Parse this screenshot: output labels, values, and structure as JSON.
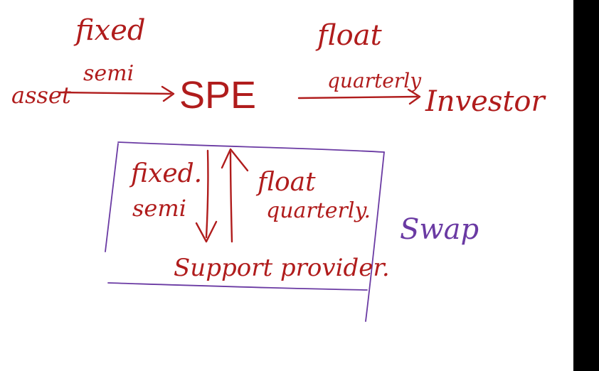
{
  "diagram": {
    "top_left": {
      "line1": "fixed",
      "line2": "semi"
    },
    "top_right": {
      "line1": "float",
      "line2": "quarterly"
    },
    "nodes": {
      "asset": "asset",
      "spe": "SPE",
      "investor": "Investor",
      "provider": "Support provider."
    },
    "box_left": {
      "line1": "fixed.",
      "line2": "semi"
    },
    "box_right": {
      "line1": "float",
      "line2": "quarterly."
    },
    "box_label": "Swap",
    "colors": {
      "red_ink": "#b01c1c",
      "purple_ink": "#6a3aa3",
      "right_bar": "#000000"
    }
  }
}
